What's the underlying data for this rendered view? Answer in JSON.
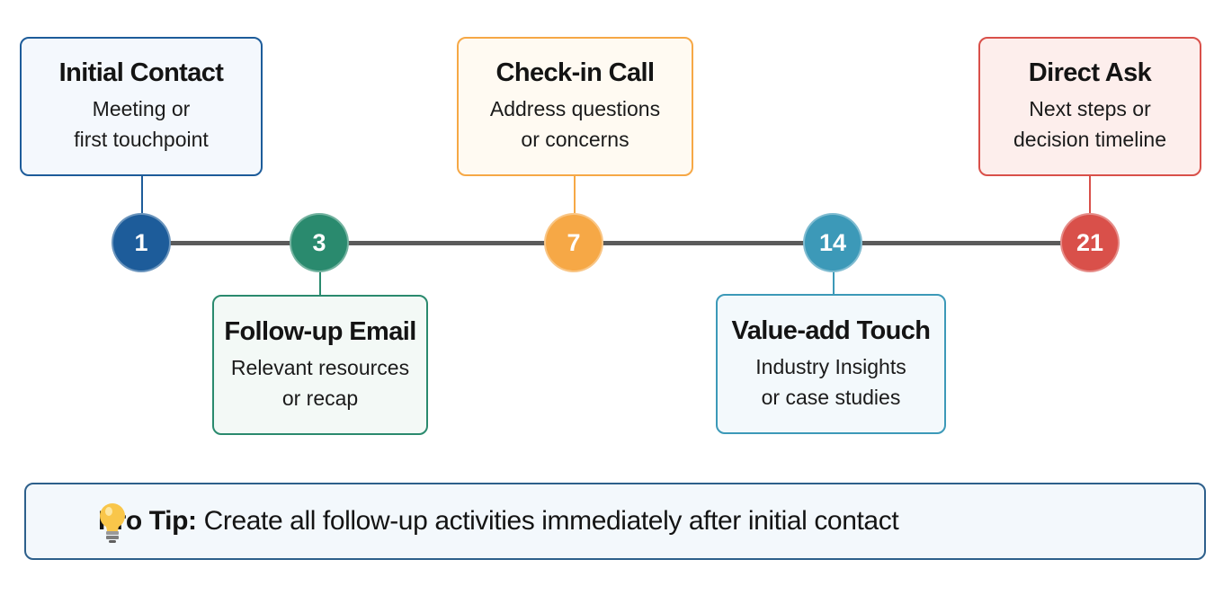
{
  "steps": [
    {
      "day": "1",
      "title": "Initial Contact",
      "desc1": "Meeting or",
      "desc2": "first touchpoint",
      "color": "#1d5c9a",
      "border": "#1d5c9a",
      "fill": "#f4f8fd"
    },
    {
      "day": "3",
      "title": "Follow-up Email",
      "desc1": "Relevant resources",
      "desc2": "or recap",
      "color": "#2a8a6e",
      "border": "#2a8a6e",
      "fill": "#f3f9f6"
    },
    {
      "day": "7",
      "title": "Check-in Call",
      "desc1": "Address questions",
      "desc2": "or concerns",
      "color": "#f6a846",
      "border": "#f6a846",
      "fill": "#fffaf2"
    },
    {
      "day": "14",
      "title": "Value-add Touch",
      "desc1": "Industry Insights",
      "desc2": "or case studies",
      "color": "#3c99b8",
      "border": "#3c99b8",
      "fill": "#f3f9fc"
    },
    {
      "day": "21",
      "title": "Direct Ask",
      "desc1": "Next steps or",
      "desc2": "decision timeline",
      "color": "#d9504a",
      "border": "#d9504a",
      "fill": "#fdeeec"
    }
  ],
  "tip": {
    "label": "Pro Tip:",
    "text": "Create all follow-up activities immediately after initial contact",
    "icon": "lightbulb-icon"
  }
}
